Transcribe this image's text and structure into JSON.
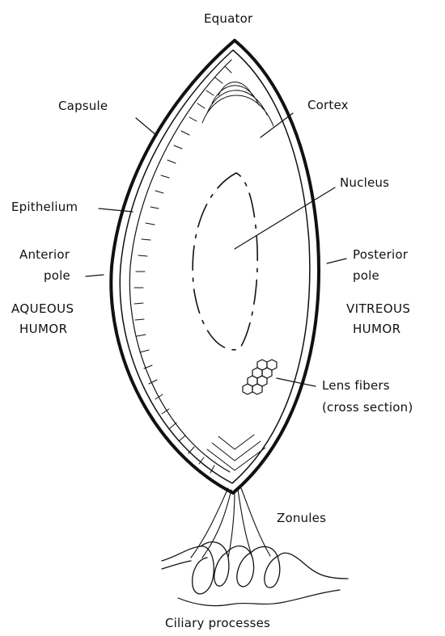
{
  "labels": {
    "equator": "Equator",
    "capsule": "Capsule",
    "cortex": "Cortex",
    "nucleus": "Nucleus",
    "epithelium": "Epithelium",
    "anterior_pole_line1": "Anterior",
    "anterior_pole_line2": "pole",
    "posterior_pole_line1": "Posterior",
    "posterior_pole_line2": "pole",
    "aqueous_line1": "AQUEOUS",
    "aqueous_line2": "HUMOR",
    "vitreous_line1": "VITREOUS",
    "vitreous_line2": "HUMOR",
    "lens_fibers_line1": "Lens fibers",
    "lens_fibers_line2": "(cross section)",
    "zonules": "Zonules",
    "ciliary": "Ciliary processes"
  },
  "colors": {
    "ink": "#111111",
    "background": "#ffffff"
  }
}
